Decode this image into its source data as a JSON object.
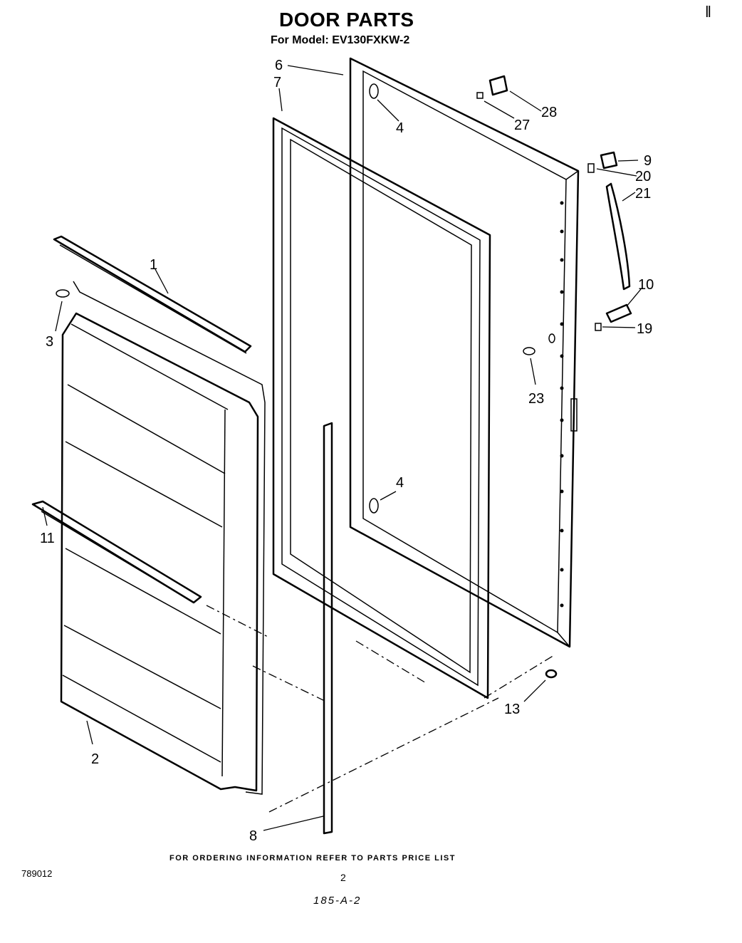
{
  "header": {
    "title": "DOOR PARTS",
    "model_line": "For Model: EV130FXKW-2",
    "corner_mark": "‖"
  },
  "callouts": {
    "c1": "1",
    "c2": "2",
    "c3": "3",
    "c4a": "4",
    "c4b": "4",
    "c6": "6",
    "c7": "7",
    "c8": "8",
    "c9": "9",
    "c10": "10",
    "c11": "11",
    "c13": "13",
    "c19": "19",
    "c20": "20",
    "c21": "21",
    "c23": "23",
    "c27": "27",
    "c28": "28"
  },
  "footer": {
    "ordering_note": "FOR ORDERING INFORMATION REFER TO PARTS PRICE LIST",
    "catalog_number": "789012",
    "page_number": "2",
    "reference_code": "185-A-2"
  }
}
